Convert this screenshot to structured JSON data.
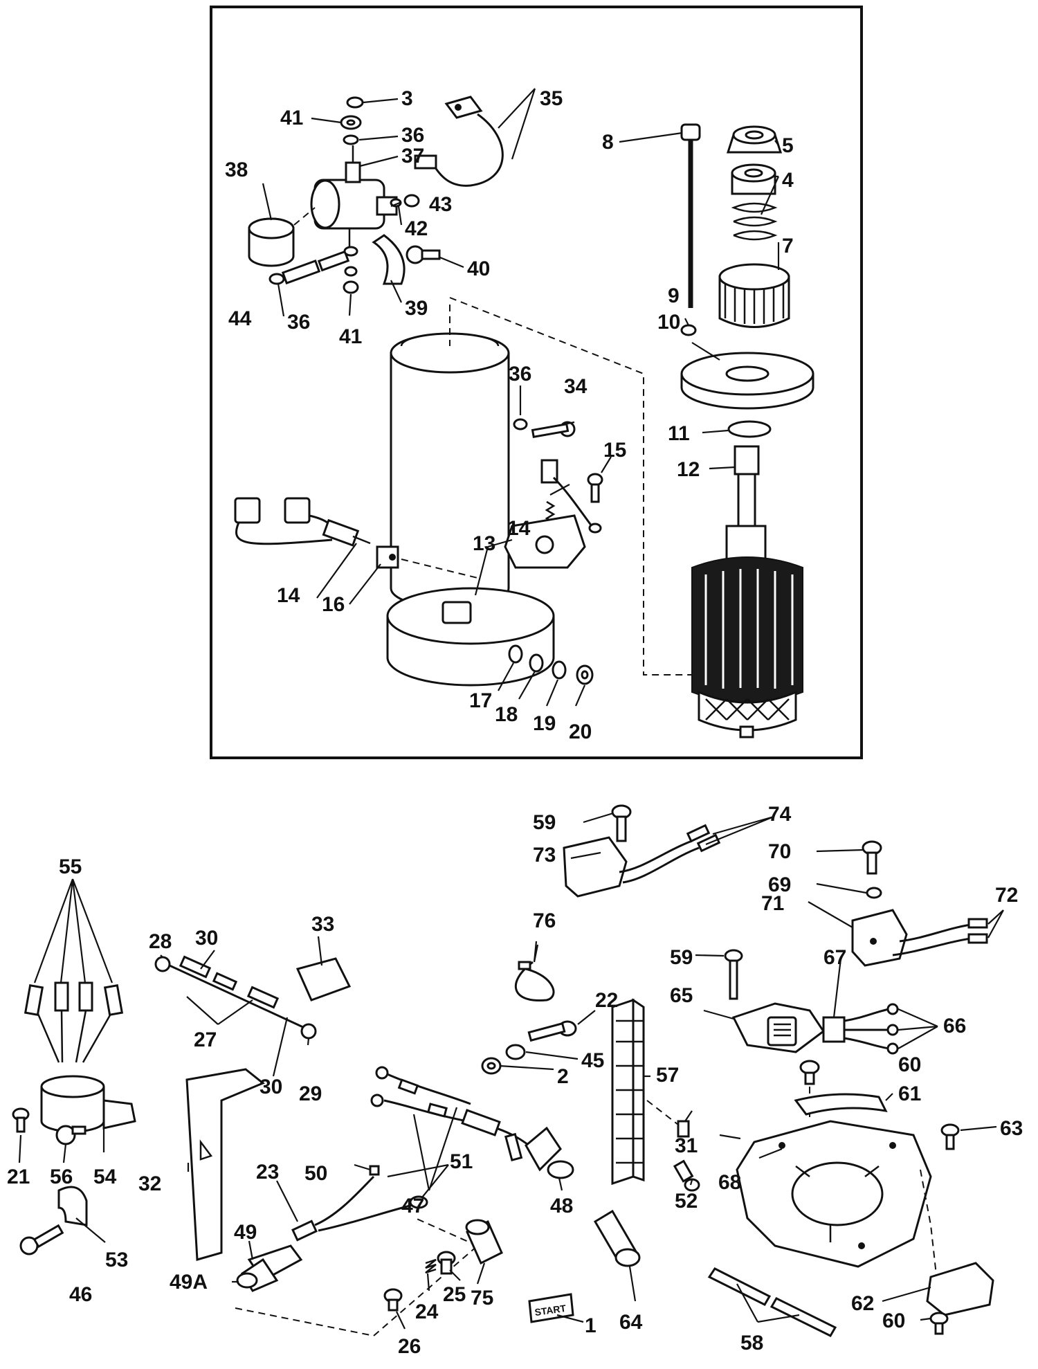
{
  "parts_text": {
    "start_label": "START"
  },
  "callouts": {
    "c1": "1",
    "c2": "2",
    "c3": "3",
    "c4": "4",
    "c5": "5",
    "c7": "7",
    "c8": "8",
    "c9": "9",
    "c10": "10",
    "c11": "11",
    "c12": "12",
    "c13": "13",
    "c14a": "14",
    "c14b": "14",
    "c15": "15",
    "c16": "16",
    "c17": "17",
    "c18": "18",
    "c19": "19",
    "c20": "20",
    "c21": "21",
    "c22": "22",
    "c23": "23",
    "c24": "24",
    "c25": "25",
    "c26": "26",
    "c27": "27",
    "c28": "28",
    "c29": "29",
    "c30a": "30",
    "c30b": "30",
    "c31": "31",
    "c32": "32",
    "c33": "33",
    "c34": "34",
    "c35": "35",
    "c36a": "36",
    "c36b": "36",
    "c36c": "36",
    "c37": "37",
    "c38": "38",
    "c39": "39",
    "c40": "40",
    "c41a": "41",
    "c41b": "41",
    "c42": "42",
    "c43": "43",
    "c44": "44",
    "c45": "45",
    "c46": "46",
    "c47": "47",
    "c48": "48",
    "c49": "49",
    "c49a": "49A",
    "c50": "50",
    "c51": "51",
    "c52": "52",
    "c53": "53",
    "c54": "54",
    "c55": "55",
    "c56": "56",
    "c57": "57",
    "c58": "58",
    "c59a": "59",
    "c59b": "59",
    "c60a": "60",
    "c60b": "60",
    "c61": "61",
    "c62": "62",
    "c63": "63",
    "c64": "64",
    "c65": "65",
    "c66": "66",
    "c67": "67",
    "c68": "68",
    "c69": "69",
    "c70": "70",
    "c71": "71",
    "c72": "72",
    "c73": "73",
    "c74": "74",
    "c75": "75",
    "c76": "76"
  }
}
